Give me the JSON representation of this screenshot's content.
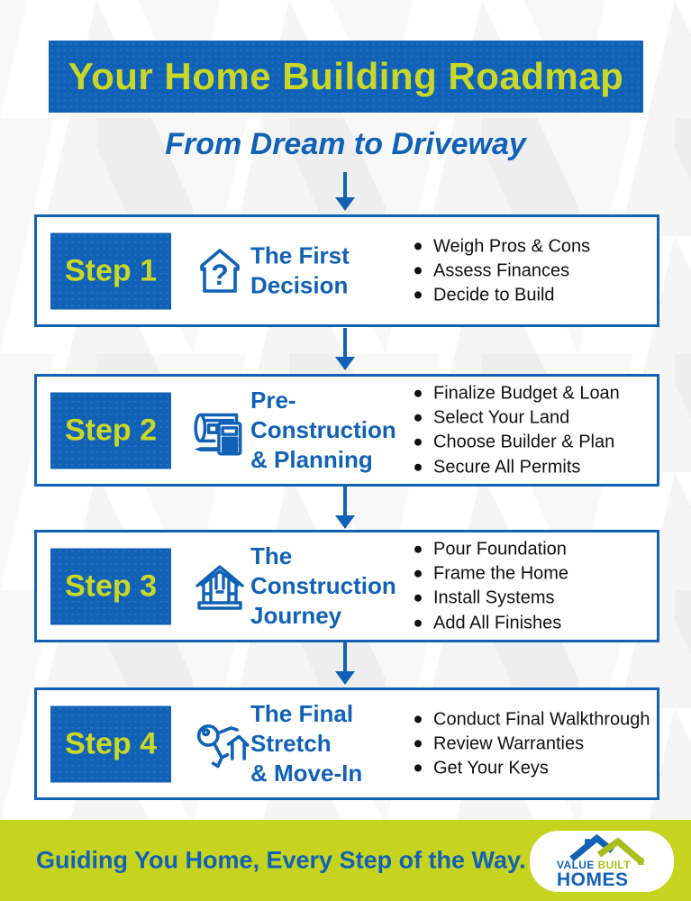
{
  "header": {
    "title": "Your Home Building Roadmap",
    "subtitle": "From Dream to Driveway"
  },
  "steps": [
    {
      "label": "Step 1",
      "icon": "house-question-icon",
      "title": "The First\nDecision",
      "bullets": [
        "Weigh Pros & Cons",
        "Assess Finances",
        "Decide to Build"
      ]
    },
    {
      "label": "Step 2",
      "icon": "blueprint-calculator-icon",
      "title": "Pre-\nConstruction\n& Planning",
      "bullets": [
        "Finalize Budget & Loan",
        "Select Your Land",
        "Choose Builder & Plan",
        "Secure All Permits"
      ]
    },
    {
      "label": "Step 3",
      "icon": "framed-house-icon",
      "title": "The\nConstruction\nJourney",
      "bullets": [
        "Pour Foundation",
        "Frame the Home",
        "Install Systems",
        "Add All Finishes"
      ]
    },
    {
      "label": "Step 4",
      "icon": "house-keys-icon",
      "title": "The Final\nStretch\n& Move-In",
      "bullets": [
        "Conduct Final Walkthrough",
        "Review Warranties",
        "Get Your Keys"
      ]
    }
  ],
  "footer": {
    "tagline": "Guiding You Home, Every Step of the Way.",
    "logo": {
      "word1": "VALUE",
      "word2": "BUILT",
      "word3": "HOMES"
    }
  },
  "colors": {
    "blue": "#1162b6",
    "accent_yellow_green": "#c9d827",
    "footer_green": "#c6d41f",
    "logo_green": "#a9bf1d",
    "bullet_text": "#111111"
  }
}
